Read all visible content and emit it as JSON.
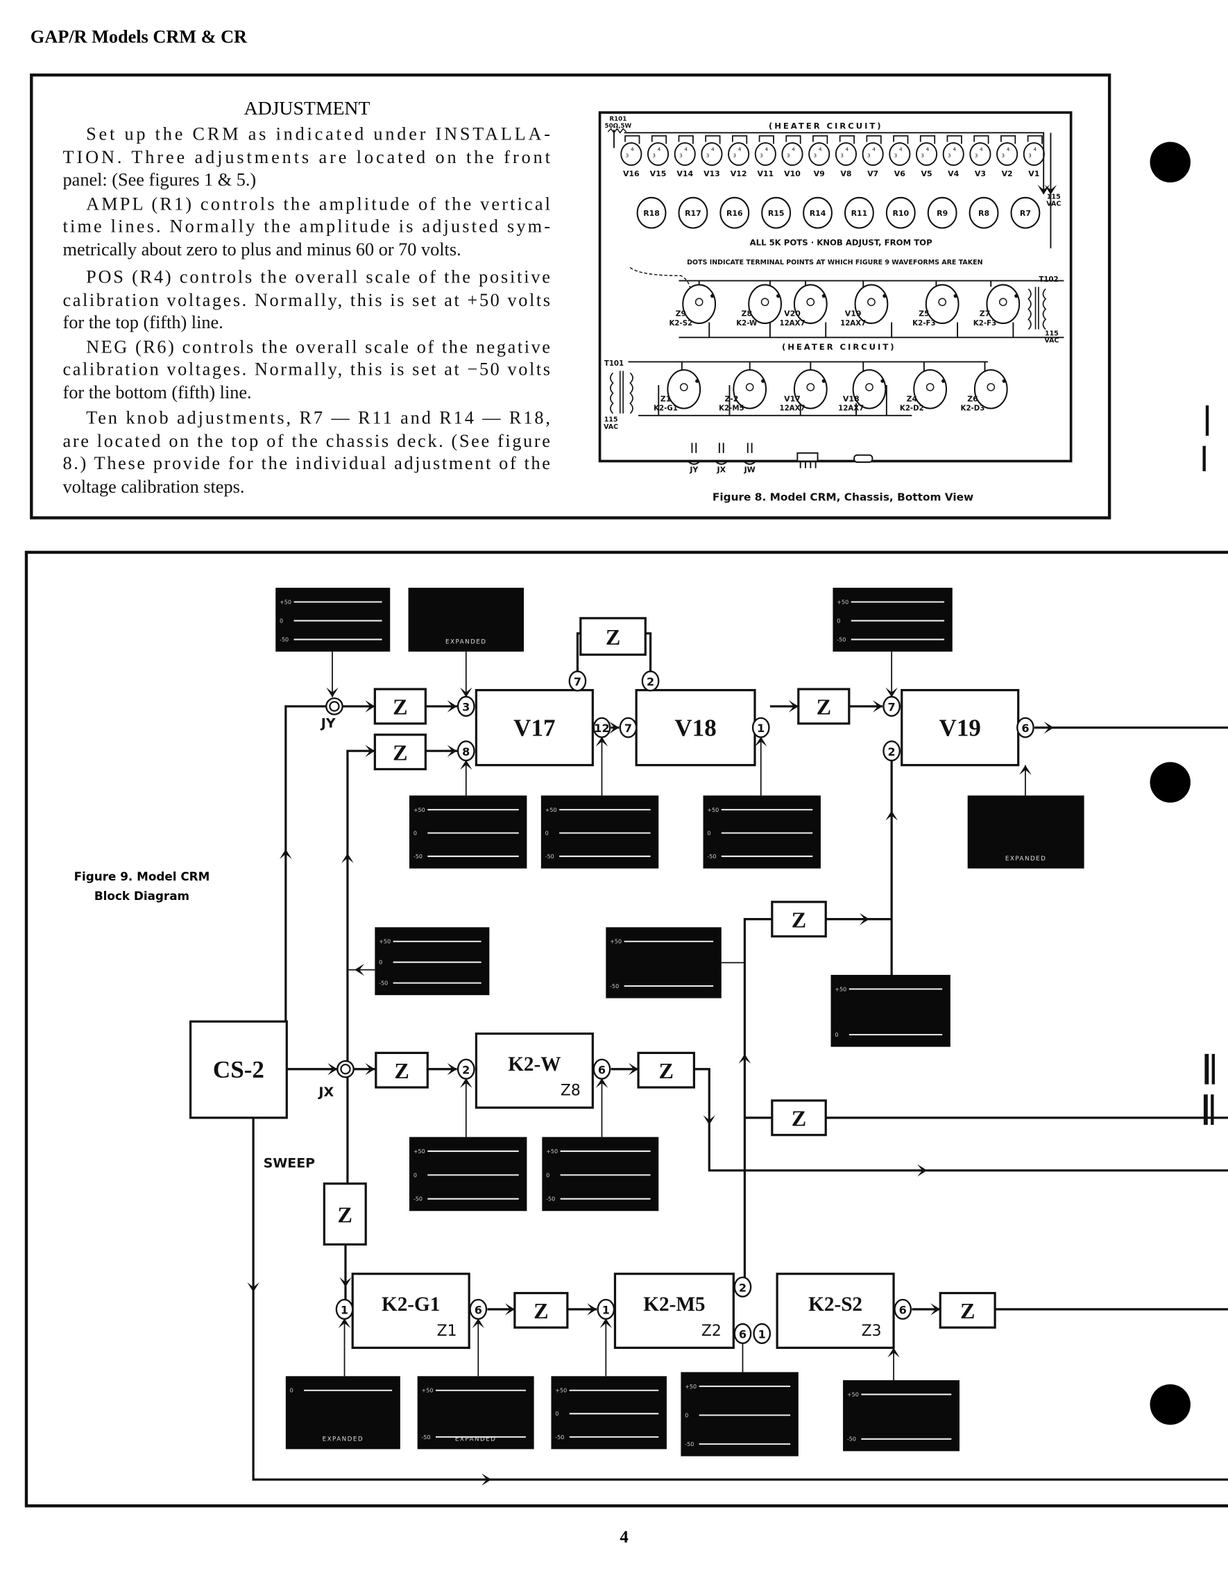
{
  "header": {
    "title": "GAP/R Models CRM & CR"
  },
  "adjustment": {
    "heading": "ADJUSTMENT",
    "lines": [
      "Set up the CRM as indicated under INSTALLA-",
      "TION. Three adjustments are located on the front",
      "panel: (See figures 1 & 5.)",
      "AMPL (R1) controls the amplitude of the vertical",
      "time lines. Normally the amplitude is adjusted sym-",
      "metrically about zero to plus and minus 60 or 70 volts.",
      "POS (R4) controls the overall scale of the positive",
      "calibration voltages. Normally, this is set at +50 volts",
      "for the top (fifth) line.",
      "NEG (R6) controls the overall scale of the negative",
      "calibration voltages. Normally, this is set at −50 volts",
      "for the bottom (fifth) line.",
      "Ten knob adjustments, R7 — R11 and R14 — R18,",
      "are located on the top of the chassis deck. (See figure",
      "8.) These provide for the individual adjustment of the",
      "voltage calibration steps."
    ]
  },
  "figure8": {
    "caption": "Figure 8. Model CRM, Chassis, Bottom View",
    "r101": [
      "R101",
      "50Ω,5W"
    ],
    "heater_label": "(HEATER CIRCUIT)",
    "tubes": [
      "V16",
      "V15",
      "V14",
      "V13",
      "V12",
      "V11",
      "V10",
      "V9",
      "V8",
      "V7",
      "V6",
      "V5",
      "V4",
      "V3",
      "V2",
      "V1"
    ],
    "tube_pins": [
      "3",
      "4"
    ],
    "vac": [
      "115",
      "VAC"
    ],
    "pots": [
      "R18",
      "R17",
      "R16",
      "R15",
      "R14",
      "R11",
      "R10",
      "R9",
      "R8",
      "R7"
    ],
    "pots_note": "ALL 5K POTS · KNOB ADJUST, FROM TOP",
    "dots_note": "DOTS INDICATE TERMINAL POINTS AT WHICH FIGURE 9 WAVEFORMS ARE TAKEN",
    "t102": "T102",
    "t101": "T101",
    "sockets_upper": [
      {
        "id": "Z9",
        "type": "K2-S2"
      },
      {
        "id": "Z8",
        "type": "K2-W"
      },
      {
        "id": "V20",
        "type": "12AX7"
      },
      {
        "id": "V19",
        "type": "12AX7"
      },
      {
        "id": "Z5",
        "type": "K2-F3"
      },
      {
        "id": "Z7",
        "type": "K2-F3"
      }
    ],
    "sockets_lower": [
      {
        "id": "Z1",
        "type": "K2-G1"
      },
      {
        "id": "Z-2",
        "type": "K2-M5"
      },
      {
        "id": "V17",
        "type": "12AX7"
      },
      {
        "id": "V18",
        "type": "12AX7"
      },
      {
        "id": "Z4",
        "type": "K2-D2"
      },
      {
        "id": "Z6",
        "type": "K2-D3"
      }
    ],
    "jacks": [
      "JY",
      "JX",
      "JW"
    ]
  },
  "figure9": {
    "caption": [
      "Figure 9. Model CRM",
      "Block Diagram"
    ],
    "z": "Z",
    "blocks": {
      "cs2": {
        "label": "CS-2"
      },
      "v17": {
        "label": "V17"
      },
      "v18": {
        "label": "V18"
      },
      "v19": {
        "label": "V19"
      },
      "k2w": {
        "label": "K2-W",
        "sub": "Z8"
      },
      "k2g1": {
        "label": "K2-G1",
        "sub": "Z1"
      },
      "k2m5": {
        "label": "K2-M5",
        "sub": "Z2"
      },
      "k2s2": {
        "label": "K2-S2",
        "sub": "Z3"
      }
    },
    "jacks": {
      "jy": "JY",
      "jx": "JX"
    },
    "sweep": "SWEEP",
    "pins": [
      "3",
      "8",
      "7",
      "12",
      "7",
      "2",
      "1",
      "7",
      "2",
      "6",
      "2",
      "6",
      "1",
      "6",
      "1",
      "2",
      "6",
      "1",
      "6"
    ],
    "waveforms": [
      {
        "labels": [
          "+50",
          "0",
          "-50"
        ]
      },
      {
        "labels": [
          "EXPANDED"
        ]
      },
      {
        "labels": [
          "+50",
          "0",
          "-50"
        ]
      },
      {
        "labels": [
          "+50",
          "0",
          "-50"
        ]
      },
      {
        "labels": [
          "+50",
          "0",
          "-50"
        ]
      },
      {
        "labels": [
          "+50",
          "0",
          "-50"
        ]
      },
      {
        "labels": [
          "EXPANDED"
        ]
      },
      {
        "labels": [
          "+50",
          "0",
          "-50"
        ]
      },
      {
        "labels": [
          "+50",
          "-50"
        ]
      },
      {
        "labels": [
          "+50",
          "0"
        ]
      },
      {
        "labels": [
          "+50",
          "0",
          "-50"
        ]
      },
      {
        "labels": [
          "+50",
          "0",
          "-50"
        ]
      },
      {
        "labels": [
          "0",
          "EXPANDED"
        ]
      },
      {
        "labels": [
          "+50",
          "-50",
          "EXPANDED"
        ]
      },
      {
        "labels": [
          "+50",
          "0",
          "-50"
        ]
      },
      {
        "labels": [
          "+50",
          "0",
          "-50"
        ]
      },
      {
        "labels": [
          "+50",
          "-50"
        ]
      }
    ]
  },
  "footer": {
    "page_number": "4"
  }
}
